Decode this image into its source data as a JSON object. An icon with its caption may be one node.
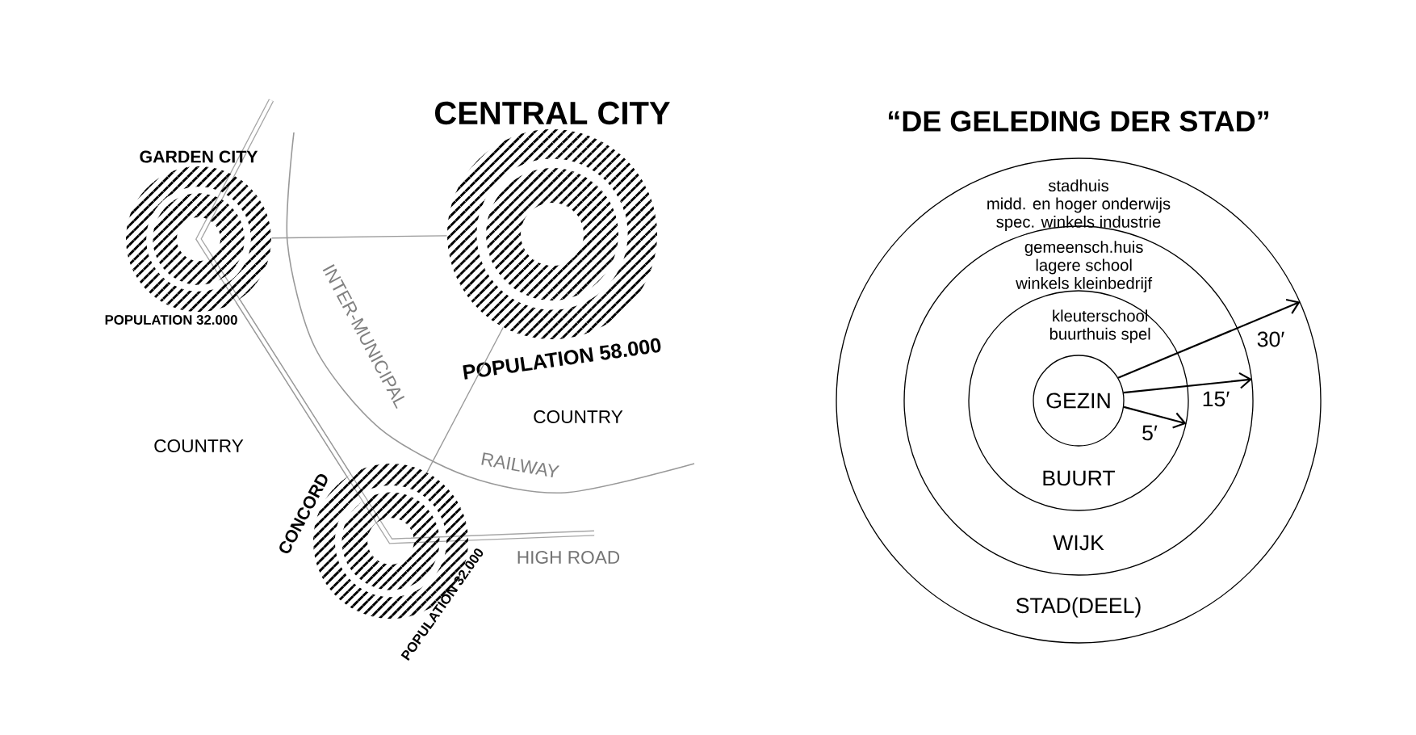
{
  "diagram": {
    "title": "“DE GELEDING DER STAD”",
    "nodes": [
      {
        "text": [
          "GARDEN CITY",
          "POPULATION 32.000"
        ]
      },
      {
        "text": [
          "CENTRAL CITY",
          "POPULATION 58.000"
        ]
      },
      {
        "text": [
          "CONCORD",
          "POPULATION 32.000"
        ]
      },
      {
        "text": [
          "stadhuis midd. en hoger onderwijs spec. winkels industrie",
          "STAD(DEEL)"
        ]
      },
      {
        "text": [
          "gemeensch.huis lagere school winkels kleinbedrijf",
          "WIJK"
        ],
        "in": 3
      },
      {
        "text": [
          "kleuterschool buurthuis spel",
          "BUURT"
        ],
        "in": 4
      },
      {
        "text": [
          "GEZIN"
        ],
        "in": 5
      }
    ],
    "edges": [
      {
        "from": 0,
        "to": 1,
        "arrow": "none",
        "color": "#999999"
      },
      {
        "from": 1,
        "to": 2,
        "arrow": "none",
        "color": "#999999"
      },
      {
        "from": 0,
        "to": 2,
        "arrow": "none",
        "style": "thick",
        "color": "#999999"
      },
      {
        "from": 6,
        "to": 5,
        "arrow": "to",
        "label": "5′",
        "color": "#000000"
      },
      {
        "from": 6,
        "to": 4,
        "arrow": "to",
        "label": "15′",
        "color": "#000000"
      },
      {
        "from": 6,
        "to": 3,
        "arrow": "to",
        "label": "30′",
        "color": "#000000"
      }
    ],
    "labels": [
      "INTER-MUNICIPAL",
      "RAILWAY",
      "COUNTRY",
      "COUNTRY",
      "HIGH ROAD"
    ]
  }
}
